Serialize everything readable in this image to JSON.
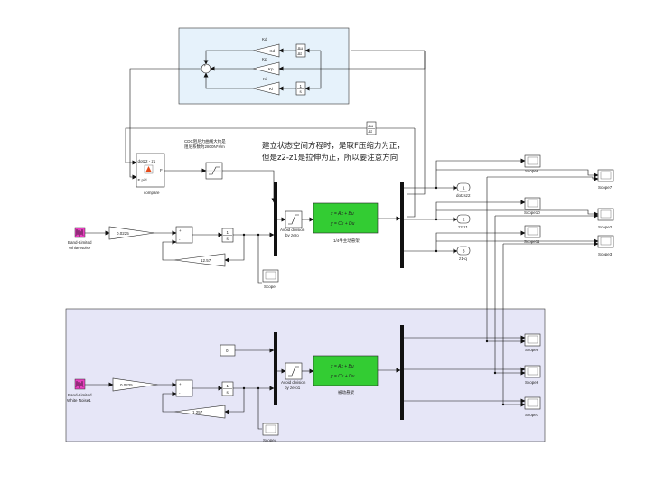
{
  "pid": {
    "kd_label": "Kd",
    "kd_gain": "-Kd",
    "kp_label": "Kp",
    "kp_gain": "Kp",
    "ki_label": "Ki",
    "ki_gain": "Ki",
    "deriv_top": "Δu",
    "deriv_bot": "Δt",
    "integ_top": "1",
    "integ_bot": "s"
  },
  "deriv2_top": "Δu",
  "deriv2_bot": "Δt",
  "note_line1": "建立状态空间方程时，是取F压缩力为正，",
  "note_line2": "但是z2-z1是拉伸为正，所以要注意方向",
  "cdc_note_line1": "CDC阻尼力曲线大约是",
  "cdc_note_line2": "阻尼系数为2800N*s/m",
  "compare": {
    "in1": "dotz2 - z1",
    "in2": "F pid",
    "out": "F",
    "label": "compare"
  },
  "top": {
    "noise_label_1": "Band-Limited",
    "noise_label_2": "White Noise",
    "gain1": "0.0225",
    "gain2": "12.57",
    "integ_top": "1",
    "integ_bot": "s",
    "avoid_1": "Avoid division",
    "avoid_2": "by zero",
    "ss_eq1": "ẋ = Ax + Bu",
    "ss_eq2": "y = Cx + Du",
    "ss_label": "1/4半主动悬架",
    "out1_num": "1",
    "out1_label": "dotzsz2",
    "out2_num": "2",
    "out2_label": "z2-z1",
    "out3_num": "3",
    "out3_label": "z1-q",
    "scope": "Scope",
    "scope8": "Scope8",
    "scope7": "Scope7",
    "scope10": "Scope10",
    "scope2": "Scope2",
    "scope11": "Scope11",
    "scope3": "Scope3"
  },
  "bottom": {
    "const": "0",
    "noise_label_1": "Band-Limited",
    "noise_label_2": "White Noise1",
    "gain1": "0.0225",
    "gain2": "1.257",
    "integ_top": "1",
    "integ_bot": "s",
    "avoid_1": "Avoid division",
    "avoid_2": "by zero1",
    "ss_eq1": "ẋ = Ax + Bu",
    "ss_eq2": "y = Cx + Du",
    "ss_label": "被动悬架",
    "scope4": "Scope4",
    "scope9": "Scope9",
    "scope6": "Scope6",
    "scope7": "Scope7"
  },
  "colors": {
    "pid_bg": "#e6f2fb",
    "bottom_bg": "#e6e6f7",
    "ss_fill": "#33cc33",
    "noise_fill": "#e83fbf"
  }
}
